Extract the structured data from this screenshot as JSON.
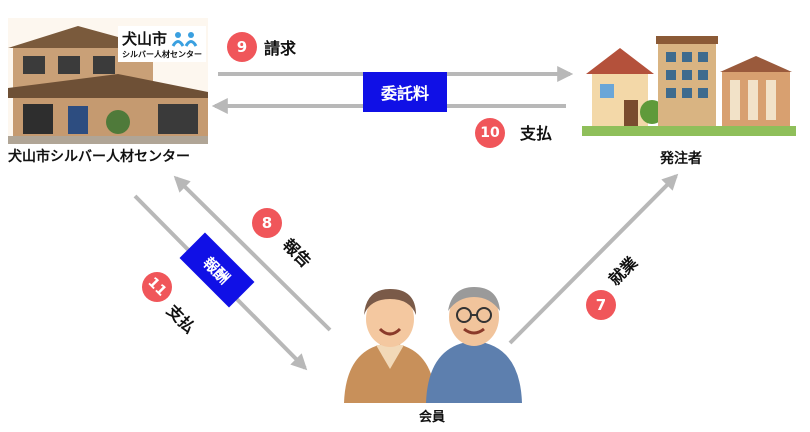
{
  "center": {
    "name": "犬山市シルバー人材センター",
    "logo_main": "犬山市",
    "logo_sub": "シルバー人材センター"
  },
  "client": {
    "name": "発注者"
  },
  "member": {
    "name": "会員"
  },
  "flows": {
    "invoice": {
      "step": "9",
      "label": "請求"
    },
    "pay_client": {
      "step": "10",
      "label": "支払"
    },
    "fee": {
      "label": "委託料"
    },
    "report": {
      "step": "8",
      "label": "報告"
    },
    "pay_member": {
      "step": "11",
      "label": "支払"
    },
    "reward": {
      "label": "報酬"
    },
    "work": {
      "step": "7",
      "label": "就業"
    }
  },
  "colors": {
    "arrow": "#b8b8b8",
    "badge": "#f0565a",
    "box": "#1010e6"
  }
}
